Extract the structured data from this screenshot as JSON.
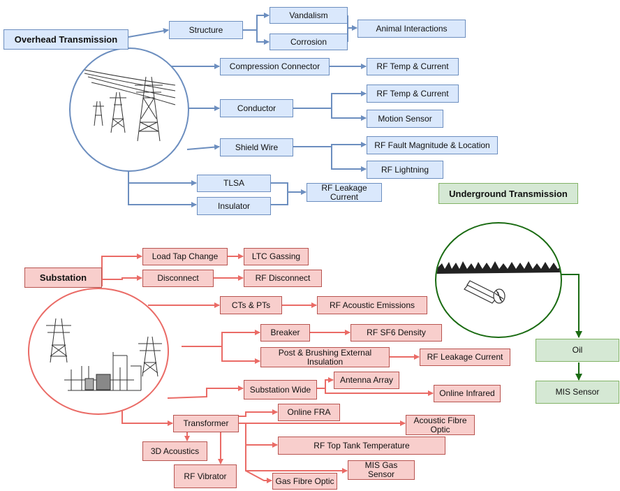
{
  "overhead": {
    "title": "Overhead Transmission",
    "structure": "Structure",
    "vandalism": "Vandalism",
    "corrosion": "Corrosion",
    "animal": "Animal Interactions",
    "compression": "Compression Connector",
    "rf_temp_1": "RF Temp & Current",
    "conductor": "Conductor",
    "rf_temp_2": "RF Temp & Current",
    "motion": "Motion Sensor",
    "shield": "Shield Wire",
    "fault": "RF Fault Magnitude & Location",
    "lightning": "RF Lightning",
    "tlsa": "TLSA",
    "insulator": "Insulator",
    "leakage": "RF Leakage Current"
  },
  "underground": {
    "title": "Underground Transmission",
    "oil": "Oil",
    "mis": "MIS Sensor"
  },
  "substation": {
    "title": "Substation",
    "ltc": "Load Tap Change",
    "ltc_gas": "LTC Gassing",
    "disconnect": "Disconnect",
    "rf_disconnect": "RF Disconnect",
    "cts": "CTs & PTs",
    "acoustic_em": "RF Acoustic Emissions",
    "breaker": "Breaker",
    "sf6": "RF SF6 Density",
    "post": "Post & Brushing External Insulation",
    "leak": "RF Leakage Current",
    "wide": "Substation Wide",
    "antenna": "Antenna Array",
    "infrared": "Online Infrared",
    "transformer": "Transformer",
    "fra": "Online FRA",
    "fibre_optic": "Acoustic Fibre Optic",
    "top_tank": "RF Top Tank Temperature",
    "acoustics3d": "3D Acoustics",
    "vibrator": "RF Vibrator",
    "mis_gas": "MIS Gas Sensor",
    "gas_fibre": "Gas Fibre Optic"
  },
  "colors": {
    "blue": "#6c8ebf",
    "red": "#ea6b66",
    "green": "#1a6b12"
  }
}
